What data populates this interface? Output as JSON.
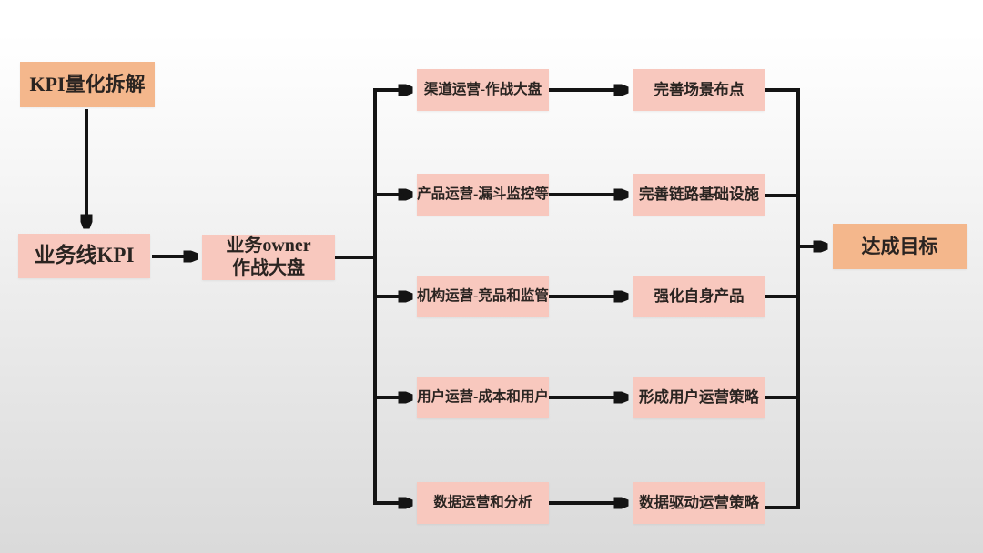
{
  "diagram": {
    "type": "flowchart",
    "background": {
      "top_color": "#ffffff",
      "bottom_color": "#dadada"
    },
    "colors": {
      "orange_node": "#f4b78c",
      "pink_node": "#f8c8be",
      "connector": "#141414",
      "text": "#2a2421"
    },
    "nodes": {
      "kpi_breakdown": "KPI量化拆解",
      "business_line_kpi": "业务线KPI",
      "business_owner": "业务owner\n作战大盘",
      "goal": "达成目标"
    },
    "rows": [
      {
        "mid": "渠道运营-作战大盘",
        "right": "完善场景布点"
      },
      {
        "mid": "产品运营-漏斗监控等",
        "right": "完善链路基础设施"
      },
      {
        "mid": "机构运营-竞品和监管",
        "right": "强化自身产品"
      },
      {
        "mid": "用户运营-成本和用户",
        "right": "形成用户运营策略"
      },
      {
        "mid": "数据运营和分析",
        "right": "数据驱动运营策略"
      }
    ]
  }
}
